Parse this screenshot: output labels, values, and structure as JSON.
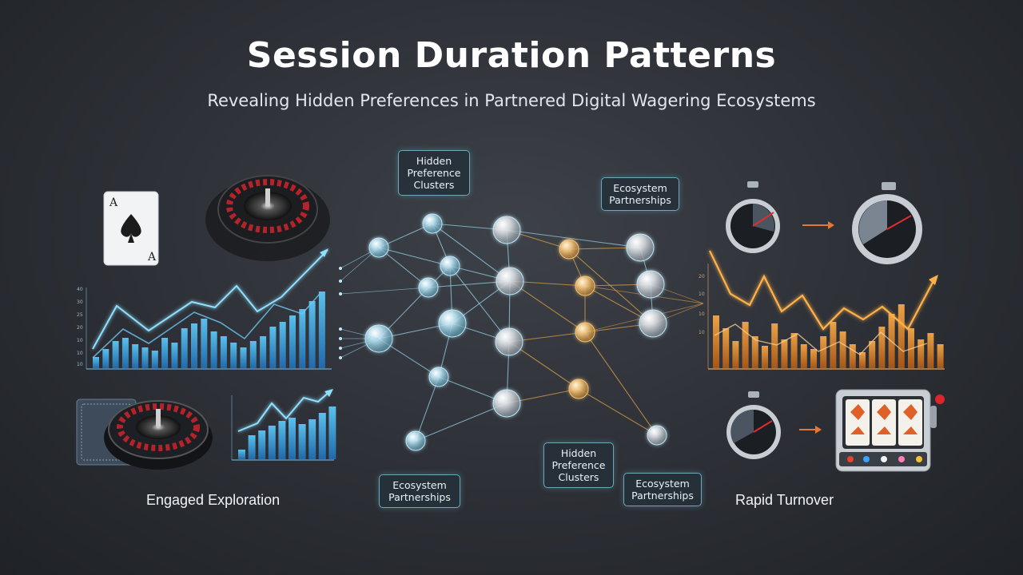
{
  "title": "Session Duration Patterns",
  "subtitle": "Revealing Hidden Preferences in Partnered Digital Wagering Ecosystems",
  "node_labels": {
    "top_left": "Hidden\nPreference\nClusters",
    "top_right": "Ecosystem\nPartnerships",
    "bottom_mid": "Hidden\nPreference\nClusters",
    "bottom_left": "Ecosystem\nPartnerships",
    "bottom_right": "Ecosystem\nPartnerships"
  },
  "left_label": "Engaged Exploration",
  "right_label": "Rapid Turnover",
  "colors": {
    "cool_accent": "#3fb6ff",
    "warm_accent": "#ff9a2e",
    "background": "#2c2f35"
  },
  "icons": [
    "playing-card-icon",
    "roulette-wheel-icon",
    "stopwatch-icon",
    "slot-machine-icon",
    "arrow-right-icon"
  ]
}
